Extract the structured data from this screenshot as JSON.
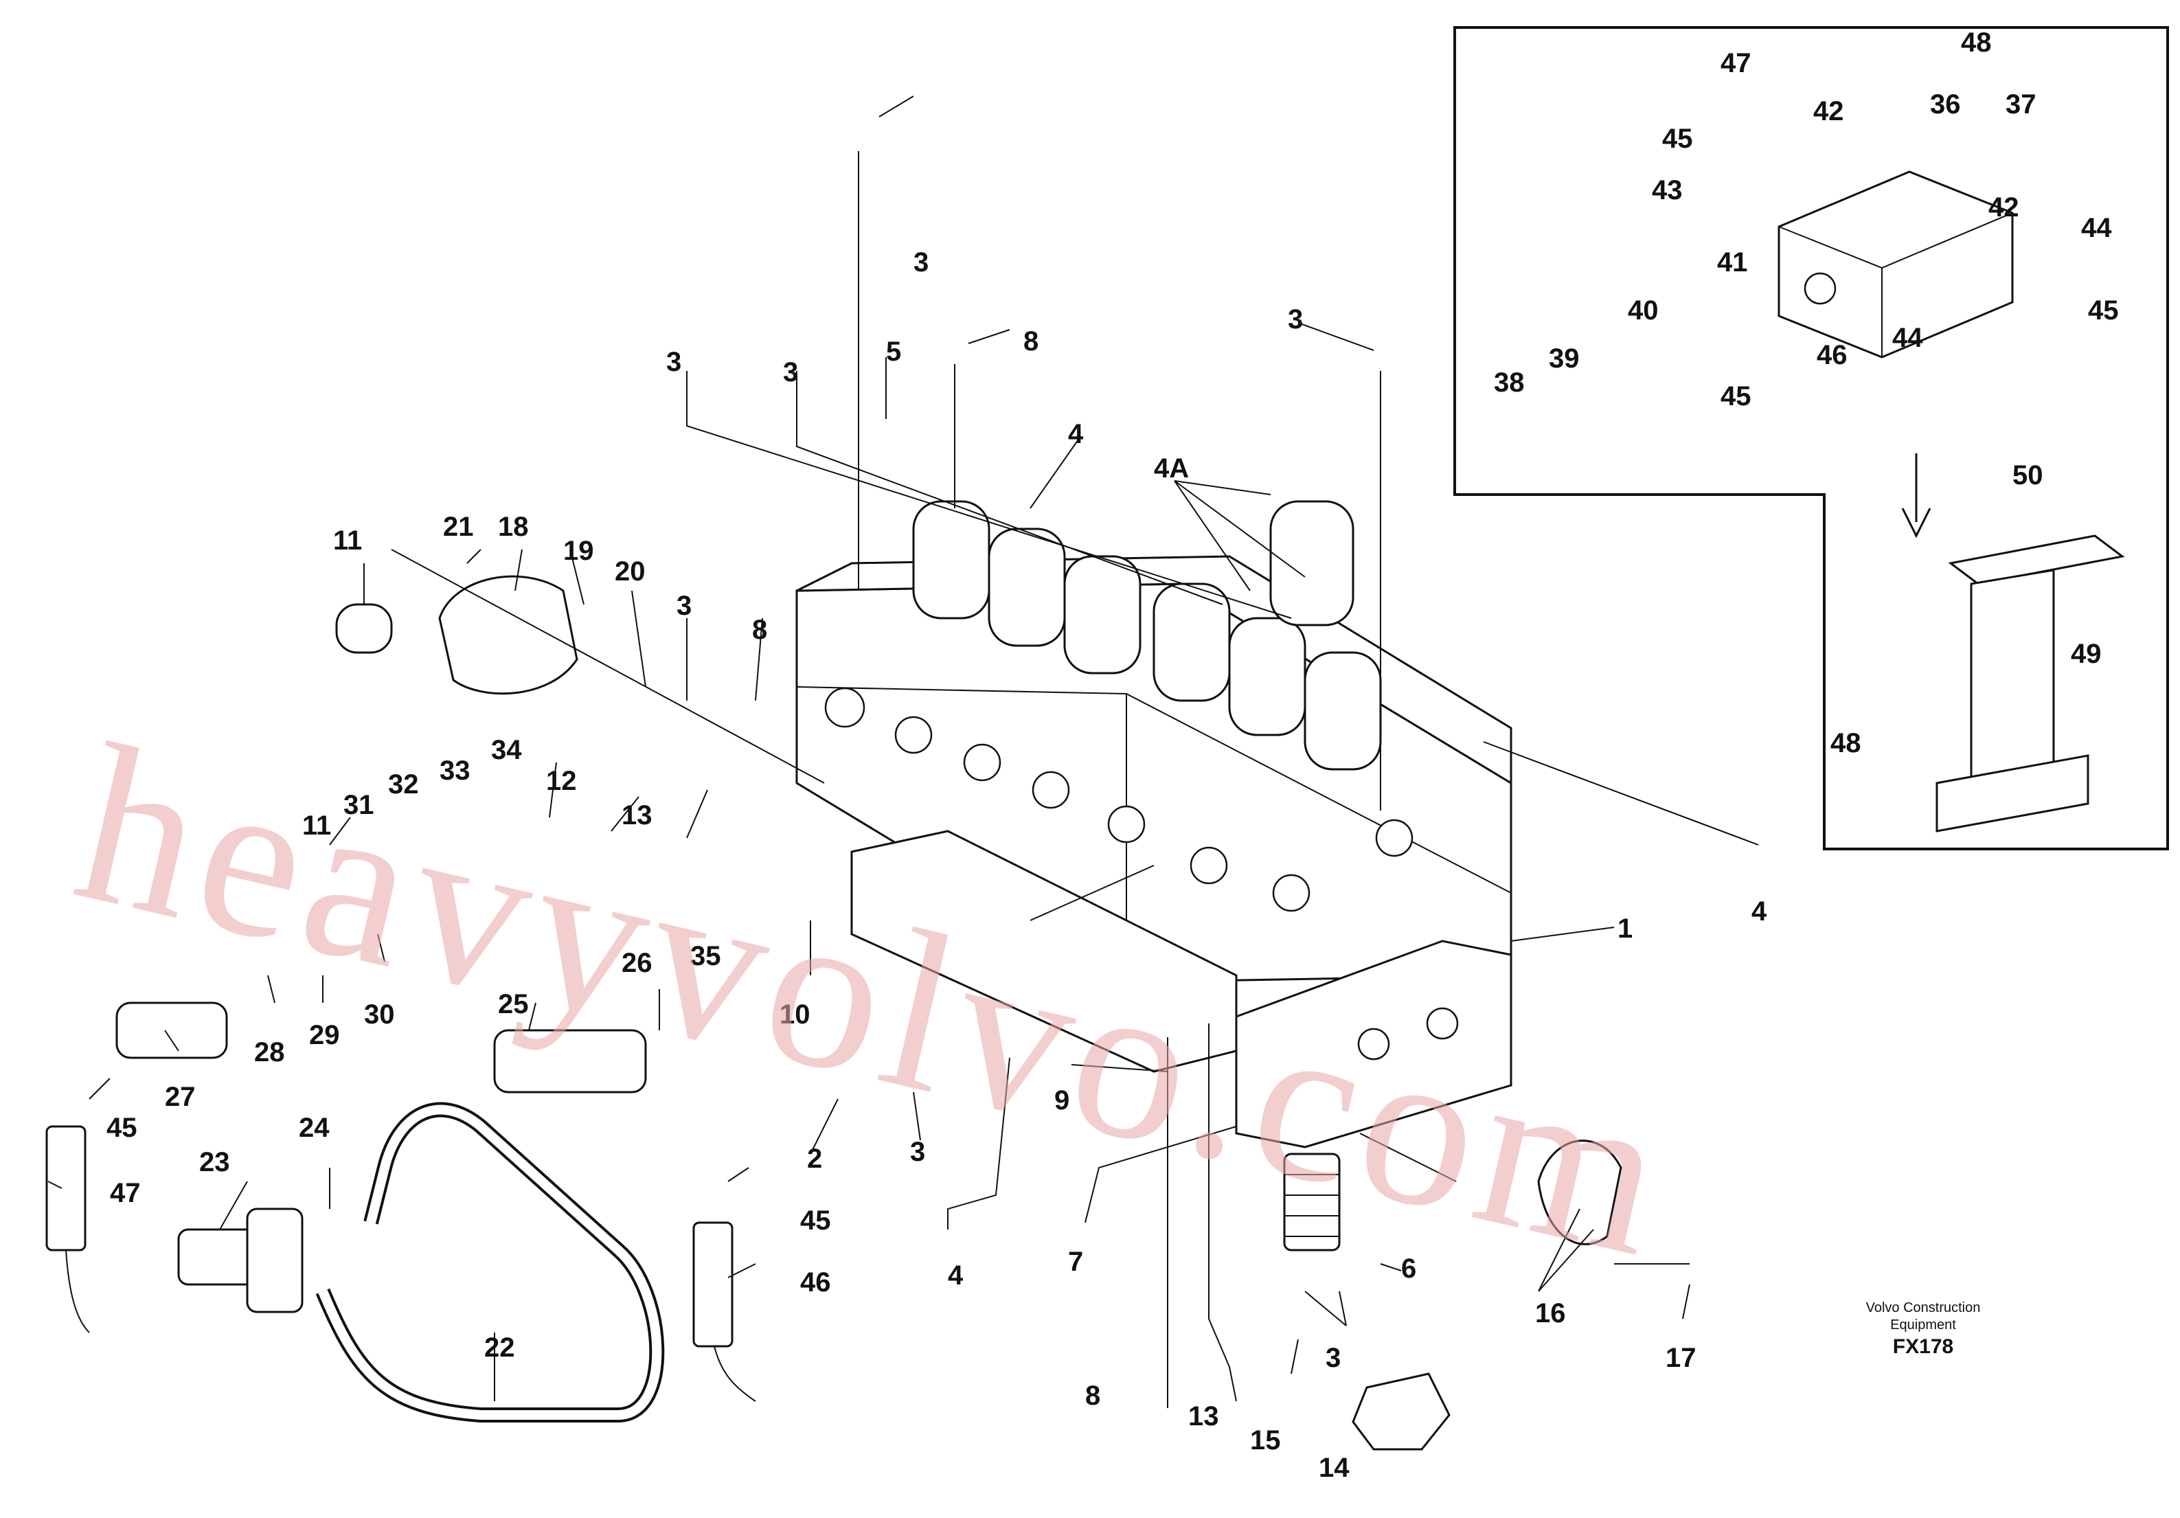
{
  "drawing": {
    "credit_line1": "Volvo Construction",
    "credit_line2": "Equipment",
    "code": "FX178",
    "watermark": "heavyvolvo.com"
  },
  "callouts": [
    "1",
    "2",
    "3",
    "3",
    "3",
    "3",
    "3",
    "3",
    "3",
    "3",
    "4",
    "4",
    "4",
    "4A",
    "5",
    "6",
    "7",
    "8",
    "8",
    "8",
    "9",
    "10",
    "11",
    "11",
    "12",
    "13",
    "13",
    "14",
    "15",
    "16",
    "17",
    "18",
    "19",
    "20",
    "21",
    "22",
    "23",
    "24",
    "25",
    "26",
    "27",
    "28",
    "29",
    "30",
    "31",
    "32",
    "33",
    "34",
    "35",
    "36",
    "37",
    "38",
    "39",
    "40",
    "41",
    "42",
    "42",
    "43",
    "44",
    "44",
    "45",
    "45",
    "45",
    "45",
    "45",
    "46",
    "46",
    "47",
    "47",
    "48",
    "48",
    "49",
    "50"
  ]
}
